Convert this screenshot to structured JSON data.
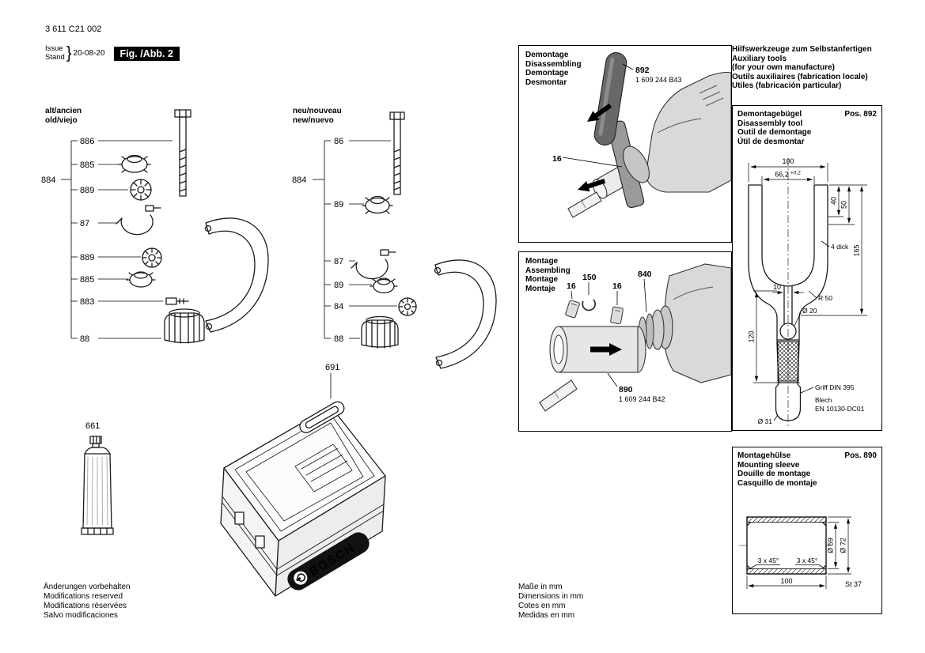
{
  "header": {
    "part_number": "3 611 C21 002",
    "issue_label": "Issue",
    "stand_label": "Stand",
    "date": "20-08-20",
    "fig_badge": "Fig. /Abb. 2"
  },
  "old_assembly": {
    "label1": "alt/ancien",
    "label2": "old/viejo",
    "group_ref": "884",
    "parts": [
      "886",
      "885",
      "889",
      "87",
      "889",
      "885",
      "883",
      "88"
    ]
  },
  "new_assembly": {
    "label1": "neu/nouveau",
    "label2": "new/nuevo",
    "group_ref": "884",
    "parts": [
      "86",
      "89",
      "87",
      "89",
      "84",
      "88"
    ]
  },
  "case_ref": "691",
  "tube_ref": "661",
  "brand": "BOSCH",
  "footer_notes": [
    "Änderungen vorbehalten",
    "Modifications reserved",
    "Modifications réservées",
    "Salvo modificaciones"
  ],
  "units_note": [
    "Maße in mm",
    "Dimensions in mm",
    "Cotes en mm",
    "Medidas en mm"
  ],
  "disassembly": {
    "titles": [
      "Demontage",
      "Disassembling",
      "Demontage",
      "Desmontar"
    ],
    "tool_ref": "892",
    "order_no": "1 609 244 B43",
    "part_ref": "16"
  },
  "assembly": {
    "titles": [
      "Montage",
      "Assembling",
      "Montage",
      "Montaje"
    ],
    "ref_16a": "16",
    "ref_150": "150",
    "ref_16b": "16",
    "ref_840": "840",
    "sleeve_ref": "890",
    "order_no": "1 609 244 B42"
  },
  "aux_tools": [
    "Hilfswerkzeuge zum Selbstanfertigen",
    "Auxiliary tools",
    "(for your own manufacture)",
    "Outils auxiliaires (fabrication locale)",
    "Utiles (fabricación particular)"
  ],
  "bracket_panel": {
    "titles": [
      "Demontagebügel",
      "Disassembly tool",
      "Outil de demontage",
      "Útil de desmontar"
    ],
    "pos": "Pos. 892",
    "dim_100": "100",
    "dim_66": "66,2",
    "dim_66_tol": "+0,2",
    "dim_40": "40",
    "dim_50": "50",
    "dim_165": "165",
    "dim_10": "10",
    "dim_r50": "R 50",
    "dim_d20": "Ø 20",
    "thickness": "4 dick",
    "dim_120": "120",
    "grip_note": "Griff DIN 395",
    "material1": "Blech",
    "material2": "EN 10130-DC01",
    "dim_d31": "Ø 31"
  },
  "sleeve_panel": {
    "titles": [
      "Montagehülse",
      "Mounting sleeve",
      "Douille de montage",
      "Casquillo de montaje"
    ],
    "pos": "Pos. 890",
    "chamfer_a": "3 x 45°",
    "chamfer_b": "3 x 45°",
    "dim_d59": "Ø 59",
    "dim_d72": "Ø 72",
    "dim_100": "100",
    "material": "St 37"
  }
}
